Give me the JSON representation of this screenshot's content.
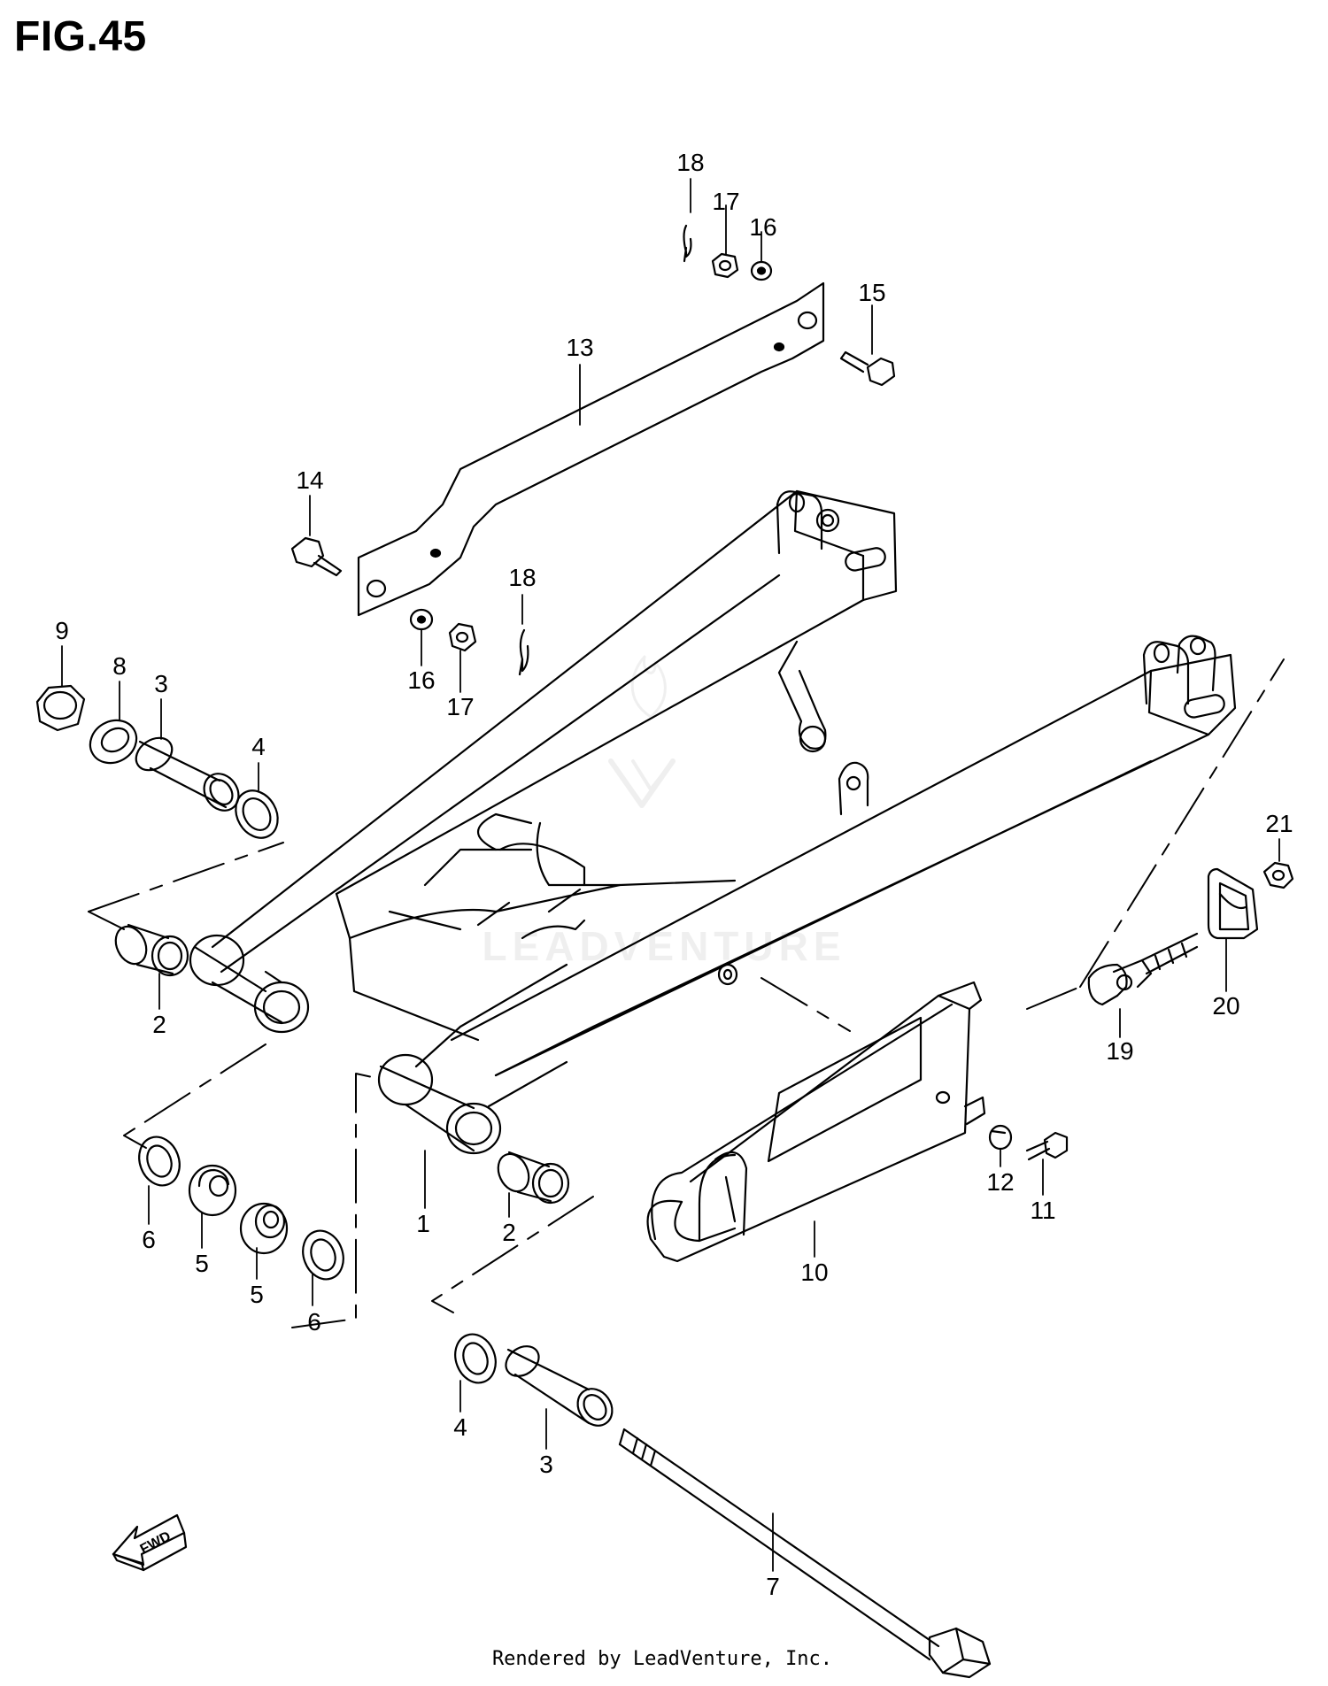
{
  "figure": {
    "title": "FIG.45",
    "fwd_label": "FWD",
    "watermark": "LEADVENTURE",
    "footer": "Rendered by LeadVenture, Inc."
  },
  "callouts": [
    {
      "id": "c18a",
      "label": "18"
    },
    {
      "id": "c17a",
      "label": "17"
    },
    {
      "id": "c16a",
      "label": "16"
    },
    {
      "id": "c15",
      "label": "15"
    },
    {
      "id": "c13",
      "label": "13"
    },
    {
      "id": "c14",
      "label": "14"
    },
    {
      "id": "c18b",
      "label": "18"
    },
    {
      "id": "c16b",
      "label": "16"
    },
    {
      "id": "c17b",
      "label": "17"
    },
    {
      "id": "c9",
      "label": "9"
    },
    {
      "id": "c8",
      "label": "8"
    },
    {
      "id": "c3a",
      "label": "3"
    },
    {
      "id": "c4a",
      "label": "4"
    },
    {
      "id": "c21",
      "label": "21"
    },
    {
      "id": "c2a",
      "label": "2"
    },
    {
      "id": "c20",
      "label": "20"
    },
    {
      "id": "c19",
      "label": "19"
    },
    {
      "id": "c12",
      "label": "12"
    },
    {
      "id": "c11",
      "label": "11"
    },
    {
      "id": "c1",
      "label": "1"
    },
    {
      "id": "c2b",
      "label": "2"
    },
    {
      "id": "c10",
      "label": "10"
    },
    {
      "id": "c6a",
      "label": "6"
    },
    {
      "id": "c5a",
      "label": "5"
    },
    {
      "id": "c5b",
      "label": "5"
    },
    {
      "id": "c6b",
      "label": "6"
    },
    {
      "id": "c4b",
      "label": "4"
    },
    {
      "id": "c3b",
      "label": "3"
    },
    {
      "id": "c7",
      "label": "7"
    }
  ]
}
